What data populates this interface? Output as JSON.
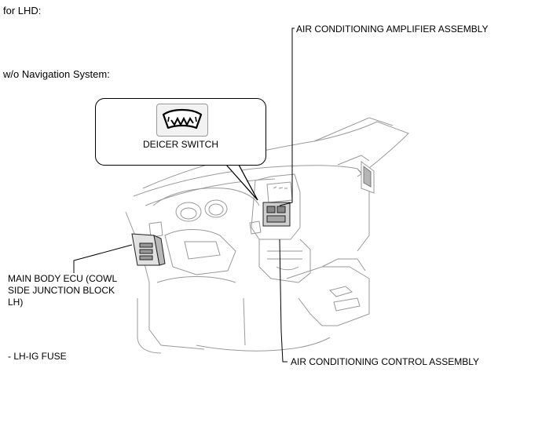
{
  "heading": {
    "for_lhd": "for LHD:",
    "variant": "w/o Navigation System:"
  },
  "callouts": {
    "deicer_switch": "DEICER SWITCH",
    "ac_amplifier": "AIR CONDITIONING AMPLIFIER ASSEMBLY",
    "ac_control": "AIR CONDITIONING CONTROL ASSEMBLY",
    "main_body_ecu_line1": "MAIN BODY ECU (COWL",
    "main_body_ecu_line2": "SIDE JUNCTION BLOCK",
    "main_body_ecu_line3": "LH)"
  },
  "fuse": "- LH-IG FUSE",
  "icons": {
    "deicer": "windshield-deicer-icon"
  }
}
